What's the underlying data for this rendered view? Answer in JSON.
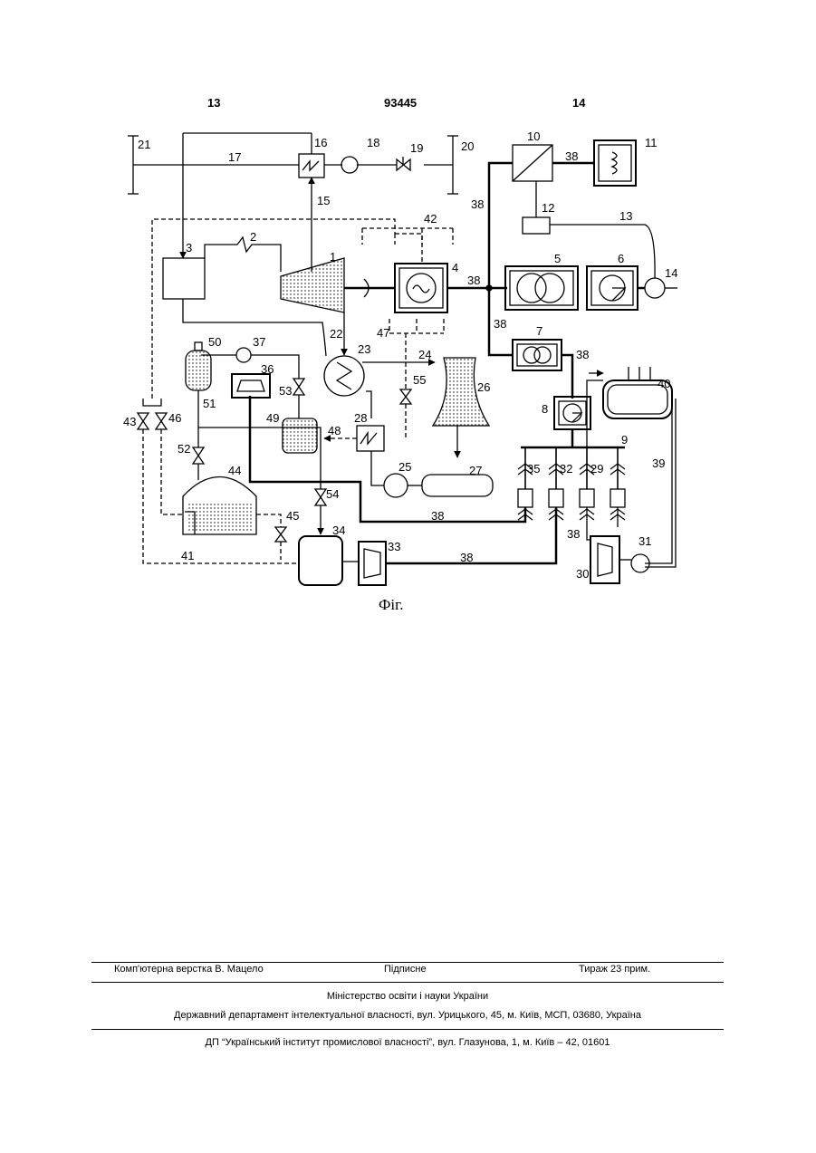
{
  "header": {
    "left_page": "13",
    "patent_number": "93445",
    "right_page": "14"
  },
  "figure": {
    "caption": "Фіг.",
    "labels": [
      "1",
      "2",
      "3",
      "4",
      "5",
      "6",
      "7",
      "8",
      "9",
      "10",
      "11",
      "12",
      "13",
      "14",
      "15",
      "16",
      "17",
      "18",
      "19",
      "20",
      "21",
      "22",
      "23",
      "24",
      "25",
      "26",
      "27",
      "28",
      "29",
      "30",
      "31",
      "32",
      "33",
      "34",
      "35",
      "36",
      "37",
      "38",
      "39",
      "40",
      "41",
      "42",
      "43",
      "44",
      "45",
      "46",
      "47",
      "48",
      "49",
      "50",
      "51",
      "52",
      "53",
      "54",
      "55"
    ]
  },
  "footer": {
    "layout": "Комп'ютерна верстка В. Мацело",
    "signed": "Підписне",
    "circulation": "Тираж 23 прим.",
    "ministry": "Міністерство освіти і науки України",
    "department": "Державний департамент інтелектуальної власності, вул. Урицького, 45, м. Київ, МСП, 03680, Україна",
    "institute": "ДП “Український інститут промислової власності”, вул. Глазунова, 1, м. Київ – 42, 01601"
  }
}
